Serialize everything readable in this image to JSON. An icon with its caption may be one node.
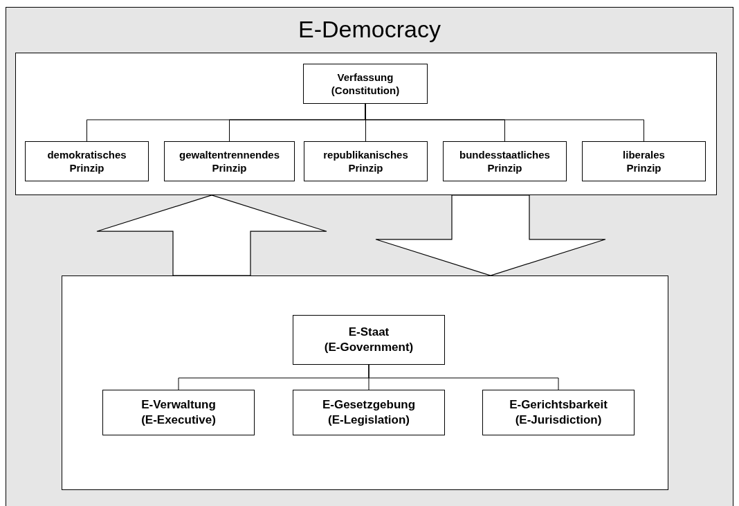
{
  "diagram": {
    "title": "E-Democracy",
    "nodes": [
      {
        "text": [],
        "shape": "box"
      },
      {
        "text": [
          "Verfassung (Constitution)"
        ],
        "in": 0
      },
      {
        "text": [
          "demokratisches Prinzip"
        ],
        "in": 0
      },
      {
        "text": [
          "gewaltentrennendes Prinzip"
        ],
        "in": 0
      },
      {
        "text": [
          "republikanisches Prinzip"
        ],
        "in": 0
      },
      {
        "text": [
          "bundesstaatliches Prinzip"
        ],
        "in": 0
      },
      {
        "text": [
          "liberales Prinzip"
        ],
        "in": 0
      },
      {
        "text": [],
        "shape": "box"
      },
      {
        "text": [
          "E-Staat (E-Government)"
        ],
        "in": 7
      },
      {
        "text": [
          "E-Verwaltung (E-Executive)"
        ],
        "in": 7
      },
      {
        "text": [
          "E-Gesetzgebung (E-Legislation)"
        ],
        "in": 7
      },
      {
        "text": [
          "E-Gerichtsbarkeit (E-Jurisdiction)"
        ],
        "in": 7
      }
    ],
    "edges": [
      {
        "from": 1,
        "to": 2,
        "arrow": "none"
      },
      {
        "from": 1,
        "to": 3,
        "arrow": "none"
      },
      {
        "from": 1,
        "to": 4,
        "arrow": "none"
      },
      {
        "from": 1,
        "to": 5,
        "arrow": "none"
      },
      {
        "from": 1,
        "to": 6,
        "arrow": "none"
      },
      {
        "from": 7,
        "to": 0,
        "arrow": "to",
        "style": "thick"
      },
      {
        "from": 0,
        "to": 7,
        "arrow": "to",
        "style": "thick"
      },
      {
        "from": 8,
        "to": 9,
        "arrow": "none"
      },
      {
        "from": 8,
        "to": 10,
        "arrow": "none"
      },
      {
        "from": 8,
        "to": 11,
        "arrow": "none"
      }
    ]
  }
}
